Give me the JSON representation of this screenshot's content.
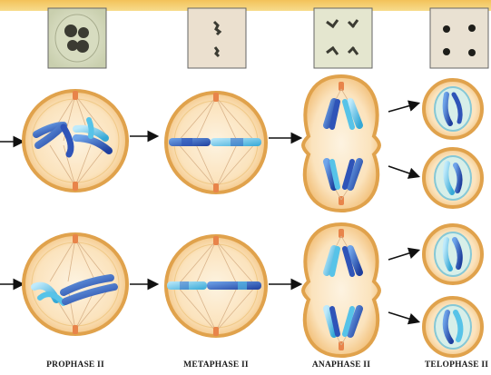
{
  "stages": [
    {
      "label": "PROPHASE II"
    },
    {
      "label": "METAPHASE II"
    },
    {
      "label": "ANAPHASE II"
    },
    {
      "label": "TELOPHASE II"
    }
  ],
  "colors": {
    "cell_fill": "#f6cf8a",
    "cell_inner": "#fbe6c4",
    "cell_edge": "#e0a24c",
    "chromosome_dark": "#2f54b8",
    "chromosome_light": "#57c3e8",
    "centriole": "#e8844a",
    "arrow": "#111111",
    "banner": "#f3c25a"
  }
}
